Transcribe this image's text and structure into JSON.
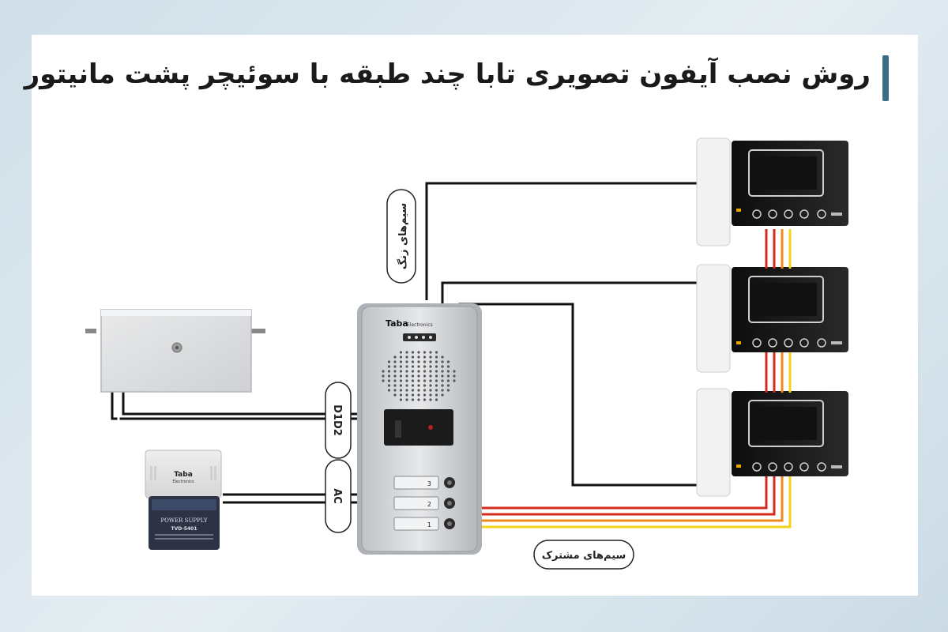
{
  "title": "روش نصب آیفون تصویری تابا چند طبقه با سوئیچر پشت مانیتور",
  "labels": {
    "bell_wires": "سیم‌های زنگ",
    "common_wires": "سیم‌های مشترک",
    "d1d2": "D1D2",
    "ac": "AC"
  },
  "panel": {
    "brand": "Taba",
    "brand_sub": "Electronics",
    "buttons": [
      "3",
      "2",
      "1"
    ]
  },
  "power_supply": {
    "brand": "Taba",
    "brand_sub": "Electronics",
    "model_title": "POWER SUPPLY",
    "model_code": "TVD-5401"
  },
  "colors": {
    "title_accent": "#3d6e87",
    "wire_black": "#111111",
    "wire_red": "#d62a1f",
    "wire_orange": "#f08a1c",
    "wire_yellow": "#f5d21a"
  },
  "icons": [
    "door-lock-icon",
    "power-supply-icon",
    "door-panel-icon",
    "monitor-icon"
  ]
}
